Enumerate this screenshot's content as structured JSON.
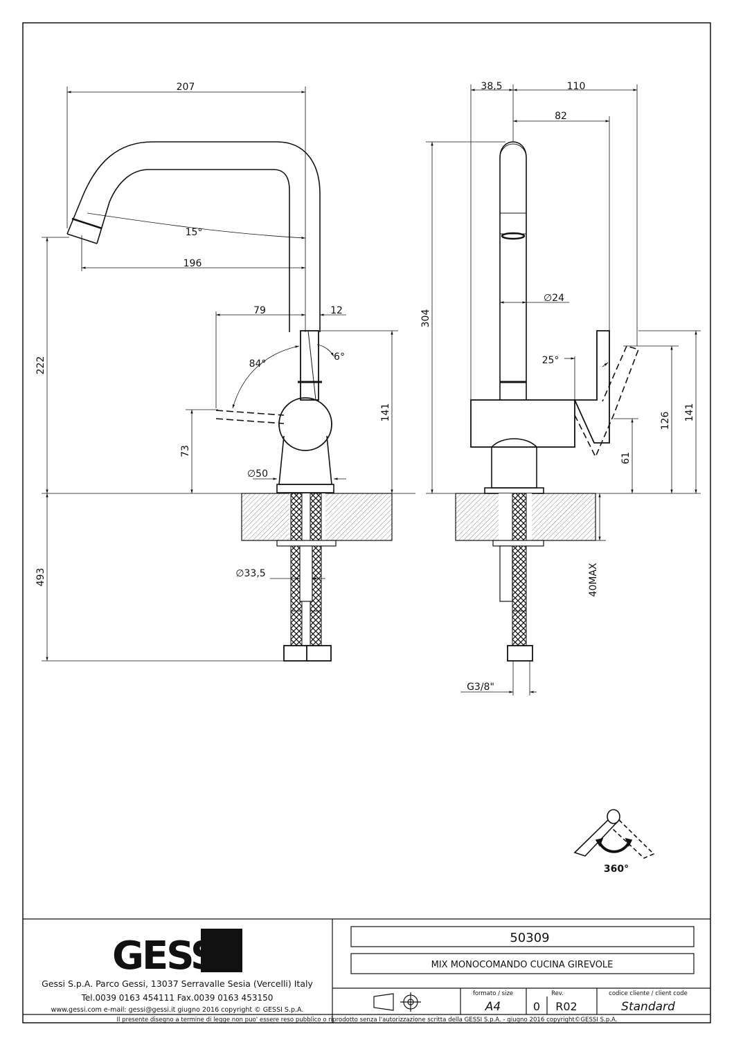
{
  "left_view": {
    "dims": {
      "d207": "207",
      "d15deg": "15°",
      "d196": "196",
      "d79": "79",
      "d12": "12",
      "d84deg": "84°",
      "d6deg": "6°",
      "d222": "222",
      "d141": "141",
      "d73": "73",
      "d50": "∅50",
      "d493": "493",
      "d335": "∅33,5"
    }
  },
  "right_view": {
    "dims": {
      "d385": "38,5",
      "d110": "110",
      "d82": "82",
      "d304": "304",
      "d24": "∅24",
      "d25deg": "25°",
      "d126": "126",
      "d141": "141",
      "d61": "61",
      "d40max": "40MAX",
      "dg38": "G3/8\""
    }
  },
  "rotation": {
    "label": "360°"
  },
  "title_block": {
    "logo": "GESSI",
    "address": "Gessi S.p.A. Parco Gessi, 13037 Serravalle Sesia (Vercelli) Italy",
    "phone": "Tel.0039 0163 454111 Fax.0039 0163 453150",
    "web": "www.gessi.com e-mail: gessi@gessi.it giugno 2016 copyright © GESSI S.p.A.",
    "code": "50309",
    "description": "MIX MONOCOMANDO CUCINA GIREVOLE",
    "format_label": "formato / size",
    "format_value": "A4",
    "rev_label": "Rev.",
    "rev_value": "0",
    "rev_code": "R02",
    "client_label": "codice cliente / client code",
    "client_value": "Standard",
    "disclaimer": "Il presente disegno a termine di legge non puo' essere reso pubblico o riprodotto senza l'autorizzazione scritta della GESSI S.p.A. - giugno 2016 copyright©GESSI S.p.A."
  }
}
